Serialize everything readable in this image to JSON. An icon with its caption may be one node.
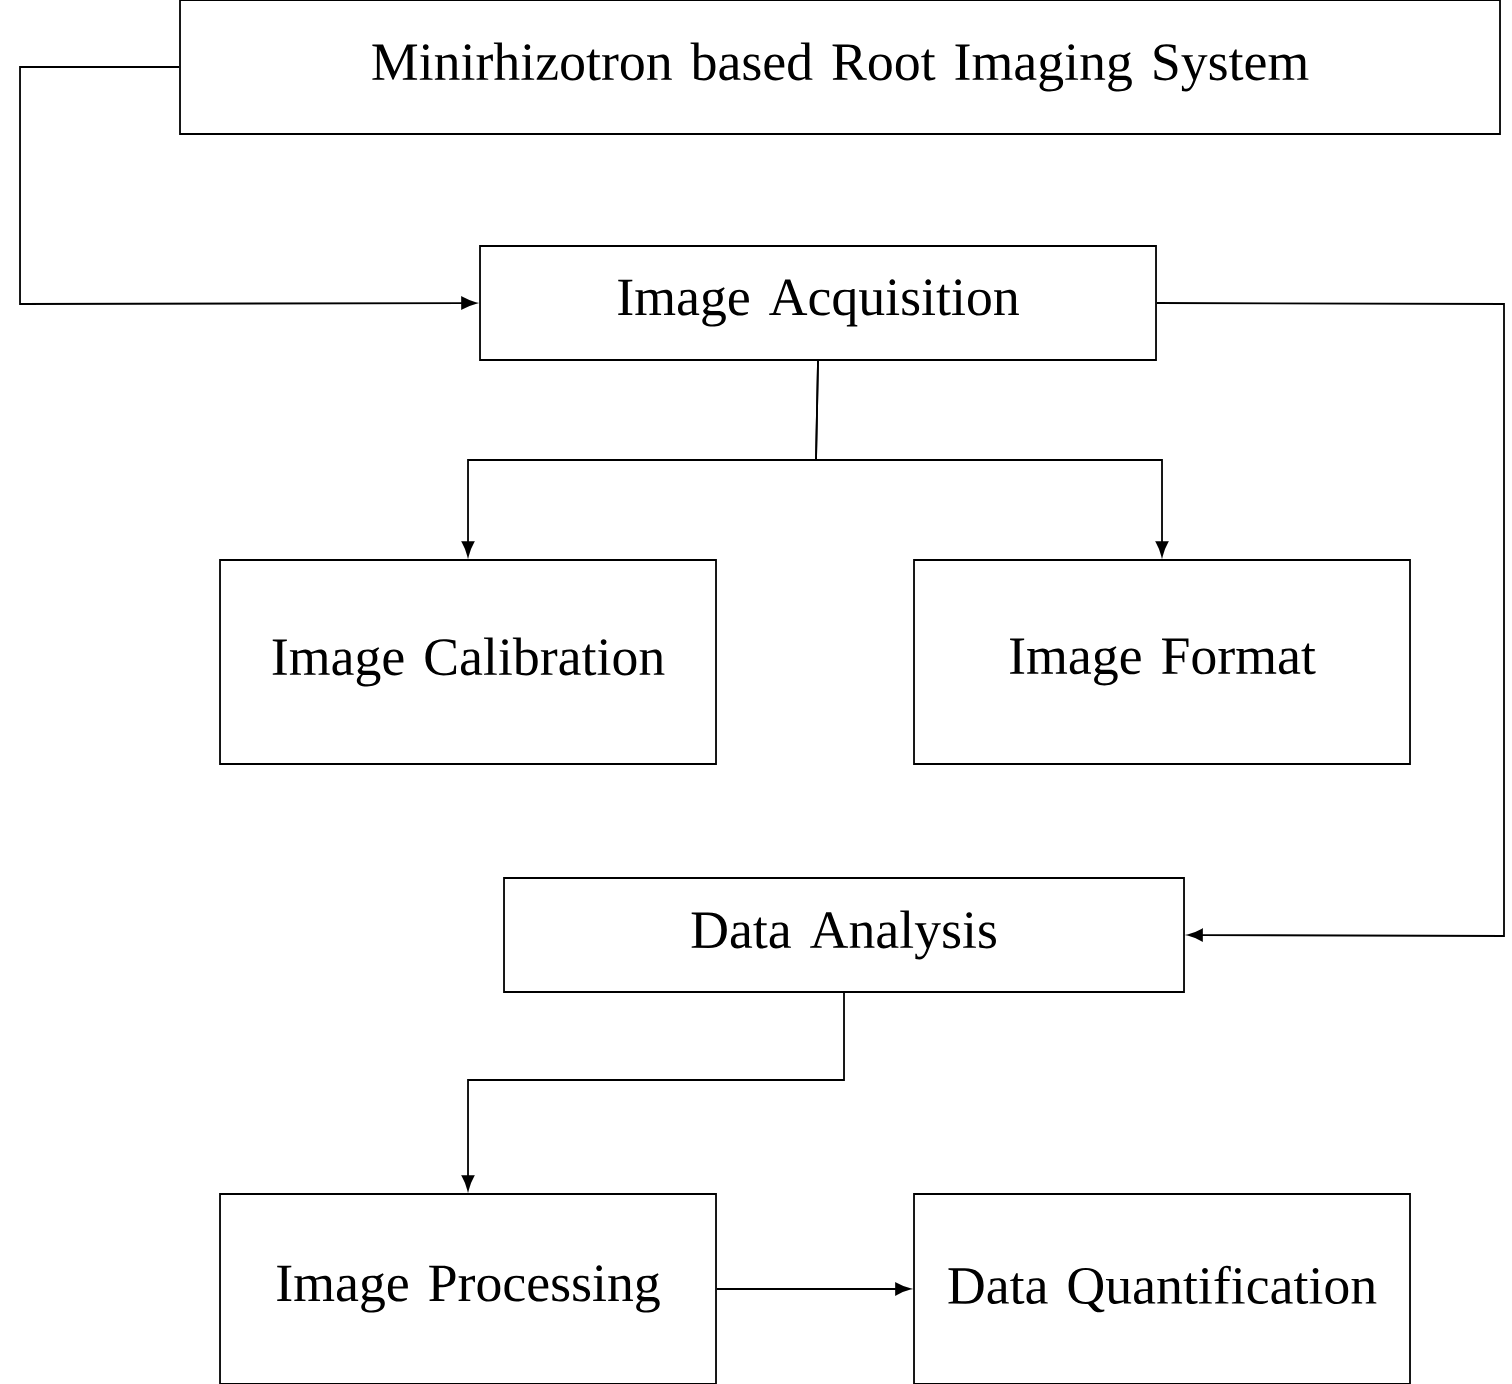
{
  "diagram": {
    "nodes": [
      {
        "text": [
          "Minirhizotron based Root Imaging System"
        ]
      },
      {
        "text": [
          "Image Acquisition"
        ]
      },
      {
        "text": [
          "Image Calibration"
        ]
      },
      {
        "text": [
          "Image Format"
        ]
      },
      {
        "text": [
          "Data Analysis"
        ]
      },
      {
        "text": [
          "Image Processing"
        ]
      },
      {
        "text": [
          "Data Quantification"
        ]
      }
    ],
    "edges": [
      {
        "from": 0,
        "to": 1,
        "arrow": "to"
      },
      {
        "from": 1,
        "to": 2,
        "arrow": "to"
      },
      {
        "from": 1,
        "to": 3,
        "arrow": "to"
      },
      {
        "from": 1,
        "to": 4,
        "arrow": "to"
      },
      {
        "from": 4,
        "to": 5,
        "arrow": "to"
      },
      {
        "from": 5,
        "to": 6,
        "arrow": "to"
      }
    ]
  }
}
